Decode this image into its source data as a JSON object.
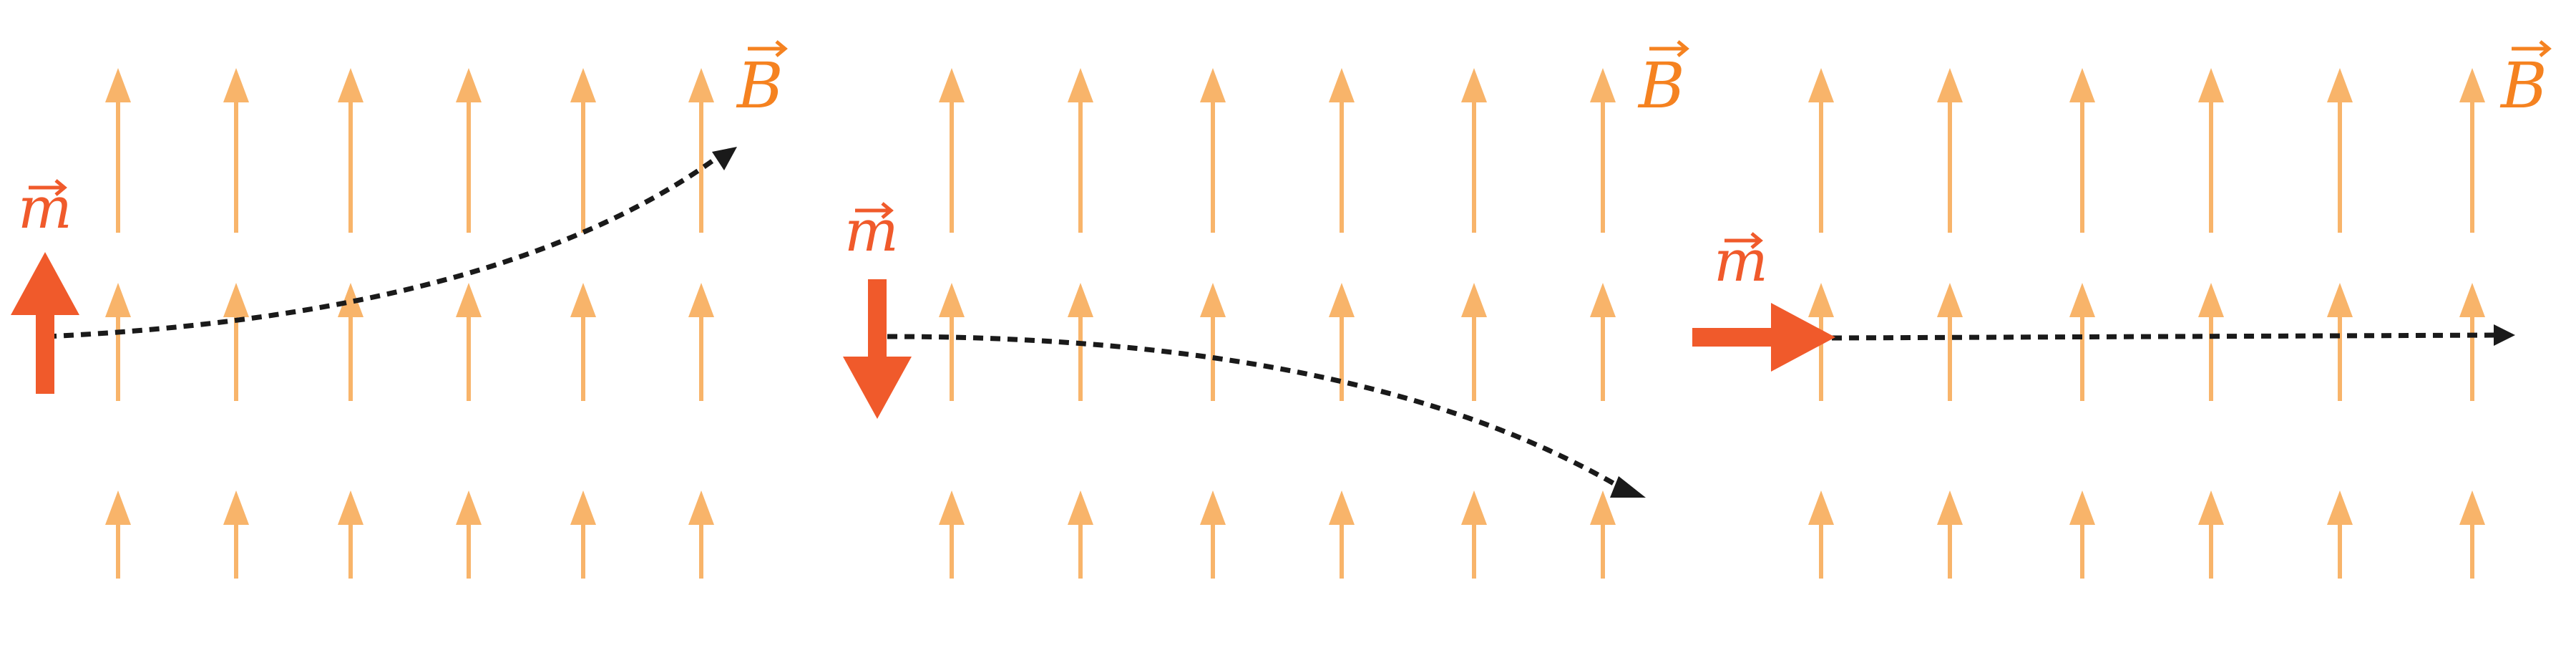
{
  "colors": {
    "field": "#F8B46A",
    "moment": "#F05A2B",
    "path": "#1a1a1a",
    "label": "#F05A2B",
    "b_label": "#F58220"
  },
  "panels": [
    {
      "moment_label": "m",
      "field_label": "B",
      "moment_direction": "up",
      "deflection": "up"
    },
    {
      "moment_label": "m",
      "field_label": "B",
      "moment_direction": "down",
      "deflection": "down"
    },
    {
      "moment_label": "m",
      "field_label": "B",
      "moment_direction": "right",
      "deflection": "none"
    }
  ]
}
